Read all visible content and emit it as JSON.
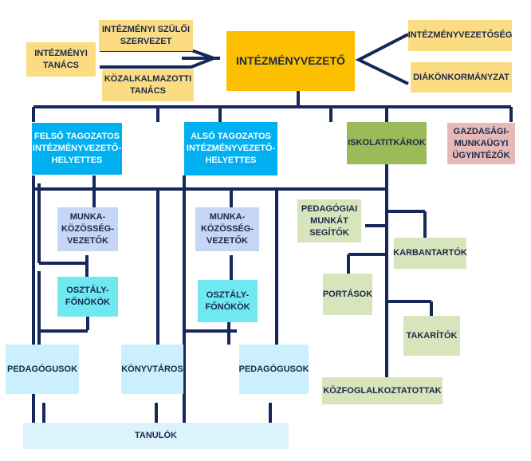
{
  "colors": {
    "line": "#16275c",
    "yellow": "#fcdc82",
    "orange": "#fdc000",
    "blue": "#00b0f0",
    "green_dark": "#9bbb59",
    "pink": "#e6b9b8",
    "lavender": "#c6d6f5",
    "cyan": "#6fe8f0",
    "light_blue": "#c9f0fb",
    "light_green": "#d8e4bc",
    "pale_blue": "#dcf3fb"
  },
  "nodes": {
    "szuloi": "INTÉZMÉNYI SZÜLŐI\nSZERVEZET",
    "tanacs": "INTÉZMÉNYI\nTANÁCS",
    "kozalk": "KÖZALKALMAZOTTI\nTANÁCS",
    "vezeto": "INTÉZMÉNYVEZETŐ",
    "vezetoseg": "INTÉZMÉNYVEZETŐSÉG",
    "diak": "DIÁKÖNKORMÁNYZAT",
    "felso": "FELSŐ TAGOZATOS\nINTÉZMÉNYVEZETŐ-\nHELYETTES",
    "also": "ALSÓ TAGOZATOS\nINTÉZMÉNYVEZETŐ-\nHELYETTES",
    "iskolatitkarok": "ISKOLATITKÁROK",
    "gazdasagi": "GAZDASÁGI-\nMUNKAÜGYI\nÜGYINTÉZŐK",
    "munka1": "MUNKA-\nKÖZÖSSÉG-\nVEZETŐK",
    "munka2": "MUNKA-\nKÖZÖSSÉG-\nVEZETŐK",
    "pedsegito": "PEDAGÓGIAI\nMUNKÁT\nSEGÍTŐK",
    "karbantartok": "KARBANTARTÓK",
    "osztaly1": "OSZTÁLY-\nFŐNÖKÖK",
    "osztaly2": "OSZTÁLY-\nFŐNÖKÖK",
    "portasok": "PORTÁSOK",
    "takaritok": "TAKARÍTÓK",
    "ped1": "PEDAGÓGUSOK",
    "konyvtaros": "KÖNYVTÁROS",
    "ped2": "PEDAGÓGUSOK",
    "kozfog": "KÖZFOGLALKOZTATOTTAK",
    "tanulok": "TANULÓK"
  }
}
